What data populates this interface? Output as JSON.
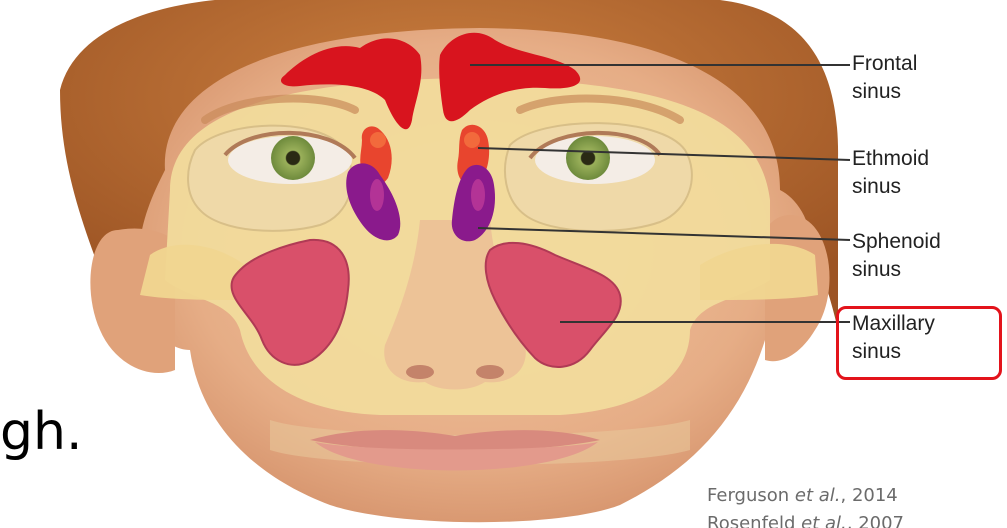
{
  "labels": {
    "frontal": [
      "Frontal",
      "sinus"
    ],
    "ethmoid": [
      "Ethmoid",
      "sinus"
    ],
    "sphenoid": [
      "Sphenoid",
      "sinus"
    ],
    "maxillary": [
      "Maxillary",
      "sinus"
    ]
  },
  "highlighted_label": "maxillary",
  "slide_text": "gh.",
  "citation": [
    {
      "author": "Ferguson ",
      "etal": "et al.",
      "year": ", 2014"
    },
    {
      "author": "Rosenfeld ",
      "etal": "et al.",
      "year": ", 2007"
    }
  ],
  "colors": {
    "frontal": "#d8141e",
    "ethmoid": "#e8452e",
    "sphenoid": "#8a1a8c",
    "maxillary": "#d9506a",
    "bone": "#f2dc9c",
    "skin": "#e9b48f",
    "hair": "#b86a32",
    "highlight": "#e3131b"
  }
}
